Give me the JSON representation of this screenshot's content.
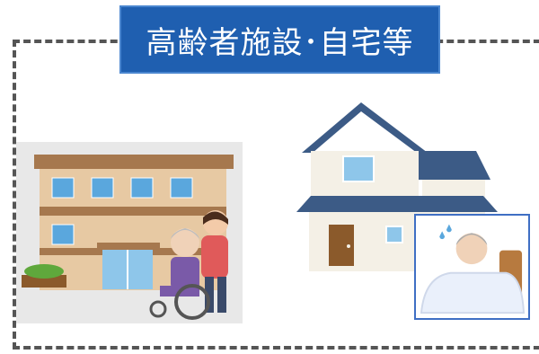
{
  "header": {
    "title": "高齢者施設･自宅等"
  },
  "illustrations": {
    "facility": "nursing-facility-with-wheelchair-caregiver",
    "house": "private-home",
    "patient": "sick-elderly-person-in-bed"
  },
  "colors": {
    "title_bg": "#1f5fb0",
    "title_text": "#ffffff",
    "frame": "#555555",
    "inset_border": "#3f6fc4"
  }
}
